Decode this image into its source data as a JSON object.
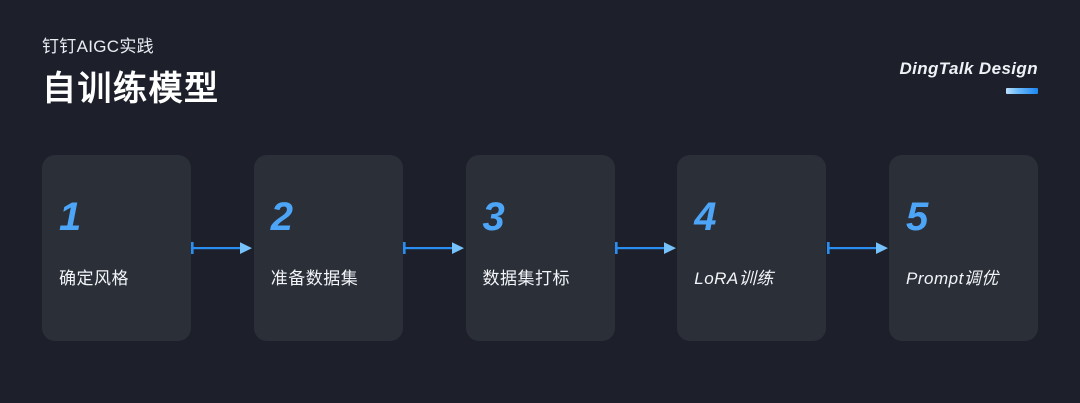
{
  "header": {
    "subtitle": "钉钉AIGC实践",
    "title": "自训练模型",
    "brand": "DingTalk Design",
    "accent_color": "#1c86f2",
    "accent_bar_name": "brand-accent-bar"
  },
  "theme": {
    "page_background": "#1d202a",
    "card_background": "#2b2f38",
    "number_color": "#4da5f7",
    "label_color": "#f2f4f8",
    "arrow_color": "#2a8ef0"
  },
  "flow": {
    "steps": [
      {
        "number": "1",
        "label": "确定风格",
        "latin": false
      },
      {
        "number": "2",
        "label": "准备数据集",
        "latin": false
      },
      {
        "number": "3",
        "label": "数据集打标",
        "latin": false
      },
      {
        "number": "4",
        "label": "LoRA训练",
        "latin": true
      },
      {
        "number": "5",
        "label": "Prompt调优",
        "latin": true
      }
    ],
    "connectors": [
      "arrow-right-icon",
      "arrow-right-icon",
      "arrow-right-icon",
      "arrow-right-icon"
    ]
  }
}
